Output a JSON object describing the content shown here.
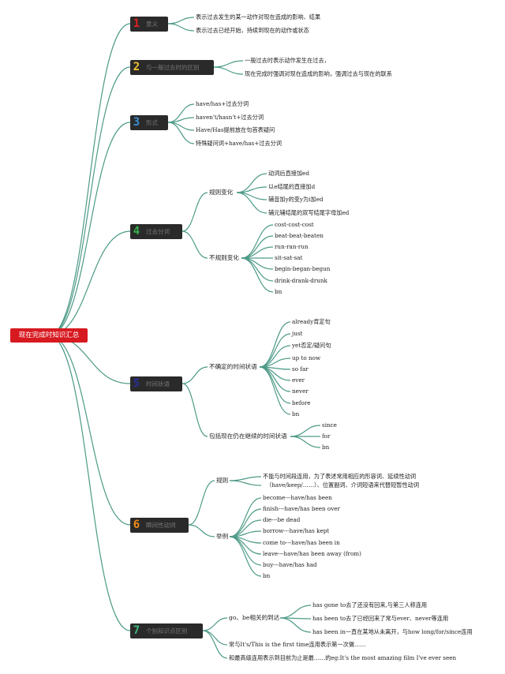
{
  "root": {
    "label": "现在完成时知识汇总"
  },
  "colors": {
    "root_bg": "#d71920",
    "node_bg": "#2a2a2a",
    "line": "#4d9a87",
    "num1": "#e02020",
    "num2": "#f2c230",
    "num3": "#3a8fd8",
    "num4": "#38b24a",
    "num5": "#2a2fa0",
    "num6": "#f08a1a",
    "num7": "#3cb878"
  },
  "branches": [
    {
      "num": "1",
      "label": "意义",
      "items": [
        "表示过去发生的某一动作对现在造成的影响、结果",
        "表示过去已经开始，持续到现在的动作或状态"
      ]
    },
    {
      "num": "2",
      "label": "与一般过去时的区别",
      "items": [
        "一般过去时表示动作发生在过去，",
        "现在完成时强调对现在造成的影响，强调过去与现在的联系"
      ]
    },
    {
      "num": "3",
      "label": "形式",
      "items": [
        "have/has+过去分词",
        "haven't/hasn't+过去分词",
        "Have/Has提前放在句首表疑问",
        "特殊疑问词+have/has+过去分词"
      ]
    },
    {
      "num": "4",
      "label": "过去分词",
      "groups": [
        {
          "label": "规则变化",
          "items": [
            "动词后直接加ed",
            "以e结尾的直接加d",
            "辅音加y的变y为i加ed",
            "辅元辅结尾的双写结尾字母加ed"
          ]
        },
        {
          "label": "不规则变化",
          "items": [
            "cost-cost-cost",
            "beat-beat-beaten",
            "run-ran-run",
            "sit-sat-sat",
            "begin-began-begun",
            "drink-drank-drunk",
            "bn"
          ]
        }
      ]
    },
    {
      "num": "5",
      "label": "时间状语",
      "groups": [
        {
          "label": "不确定的时间状语",
          "items": [
            "already肯定句",
            "just",
            "yet否定/疑问句",
            "up to now",
            "so far",
            "ever",
            "never",
            "before",
            "bn"
          ]
        },
        {
          "label": "包括现在仍在继续的时间状语",
          "items": [
            "since",
            "for",
            "bn"
          ]
        }
      ]
    },
    {
      "num": "6",
      "label": "瞬间性动词",
      "groups": [
        {
          "label": "规则",
          "items": [
            "不能与时间段连用，为了表述常用相应的形容词、延续性动词",
            "（have/keep/……）、位置副词、介词短语来代替短暂性动词"
          ]
        },
        {
          "label": "举例",
          "items": [
            "become---have/has been",
            "finish---have/has been over",
            "die---be dead",
            "borrow---have/has kept",
            "come to---have/has been in",
            "leave---have/has been away (from)",
            "buy---have/has had",
            "bn"
          ]
        }
      ]
    },
    {
      "num": "7",
      "label": "个别知识点区别",
      "groups": [
        {
          "label": "go、be相关的到达",
          "items": [
            "has gone to去了还没有回来,与第三人称连用",
            "has been to去了已经回来了常与ever、never等连用",
            "has been in一直在某地从未离开，与how long/for/since连用"
          ]
        }
      ],
      "items": [
        "常与It's/This is the first time连用表示第一次做……",
        "和最高级连用表示到目前为止是最……的eg:It's the most amazing film I've ever seen"
      ]
    }
  ]
}
